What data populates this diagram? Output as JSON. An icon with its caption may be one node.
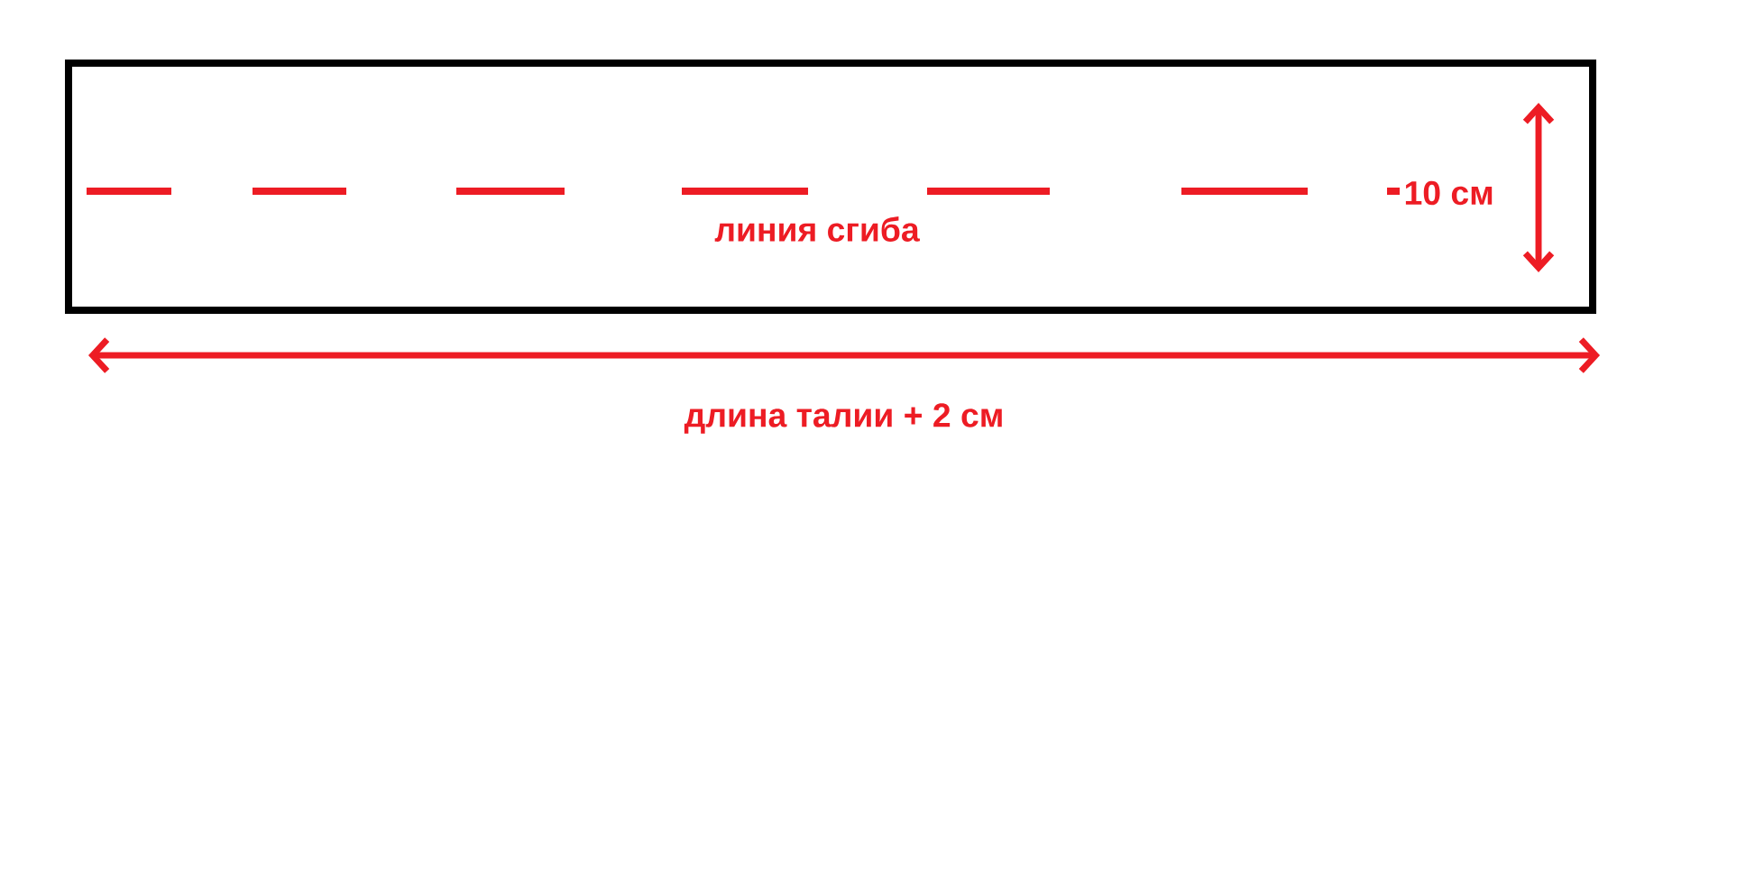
{
  "diagram": {
    "labels": [
      "линия сгиба",
      "10 см",
      "длина талии + 2 см"
    ]
  }
}
